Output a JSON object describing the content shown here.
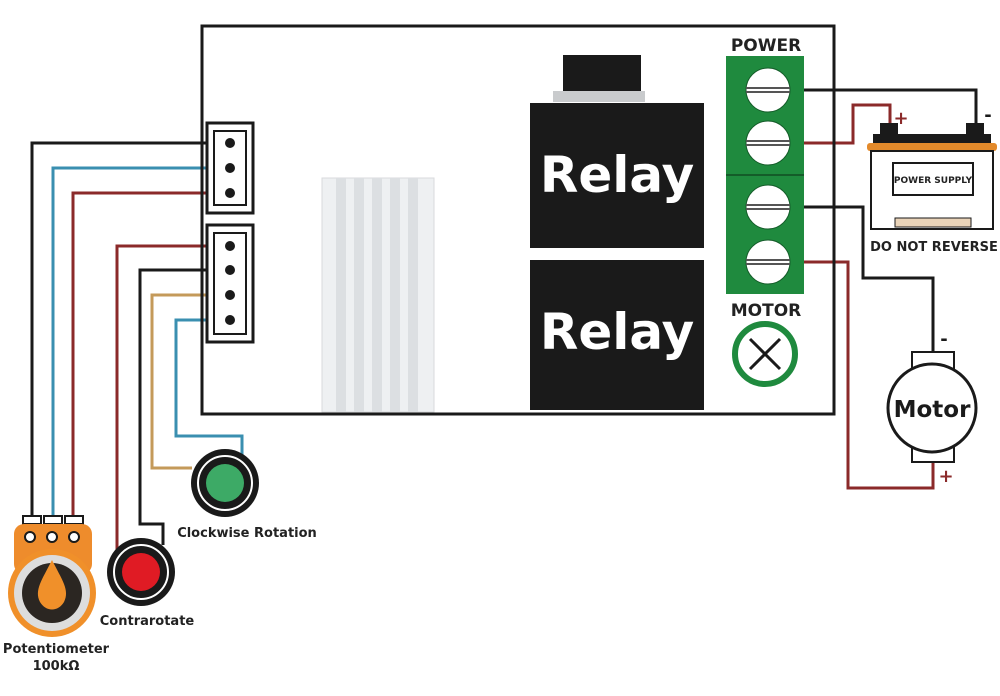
{
  "board": {
    "relay_top_label": "Relay",
    "relay_bottom_label": "Relay",
    "power_label": "POWER",
    "motor_label": "MOTOR"
  },
  "power_supply": {
    "label": "POWER SUPPLY",
    "warning": "DO NOT REVERSE",
    "plus": "+",
    "minus": "-"
  },
  "motor": {
    "label": "Motor",
    "plus": "+",
    "minus": "-"
  },
  "controls": {
    "clockwise_label": "Clockwise Rotation",
    "contrarotate_label": "Contrarotate",
    "potentiometer_label": "Potentiometer",
    "potentiometer_value": "100kΩ"
  },
  "colors": {
    "wire_black": "#1a1a1a",
    "wire_red": "#8b2a2a",
    "wire_blue": "#3a8fb0",
    "wire_gold": "#c49a5a",
    "terminal_green": "#1f8a3e",
    "button_green": "#3daa66",
    "button_red": "#e01b24",
    "pot_orange": "#f0902a"
  }
}
